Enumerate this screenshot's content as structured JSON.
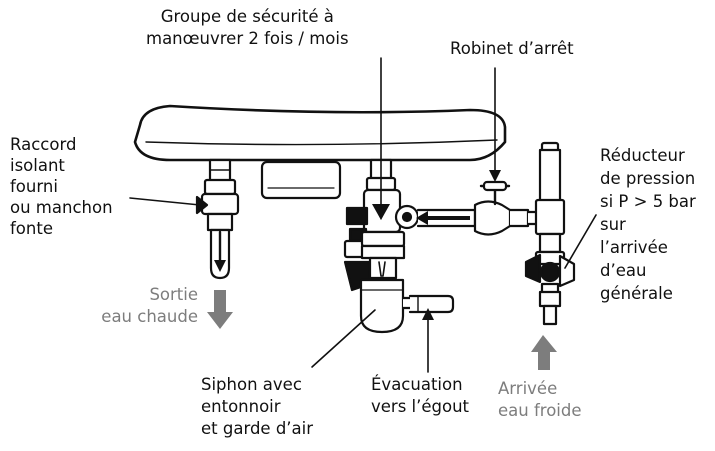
{
  "labels": {
    "safety_group": [
      "Groupe de sécurité à",
      "manœuvrer 2 fois / mois"
    ],
    "stop_valve": [
      "Robinet d’arrêt"
    ],
    "insulating_fitting": [
      "Raccord",
      "isolant",
      "fourni",
      "ou manchon",
      "fonte"
    ],
    "pressure_reducer": [
      "Réducteur",
      "de pression",
      "si P > 5 bar",
      "sur",
      "l’arrivée",
      "d’eau",
      "générale"
    ],
    "hot_water_outlet": [
      "Sortie",
      "eau chaude"
    ],
    "cold_water_inlet": [
      "Arrivée",
      "eau froide"
    ],
    "siphon": [
      "Siphon avec",
      "entonnoir",
      "et garde d’air"
    ],
    "drain": [
      "Évacuation",
      "vers l’égout"
    ]
  },
  "colors": {
    "ink": "#111111",
    "flow_arrow": "#7d7d7d",
    "secondary_text": "#7d7d7d"
  }
}
